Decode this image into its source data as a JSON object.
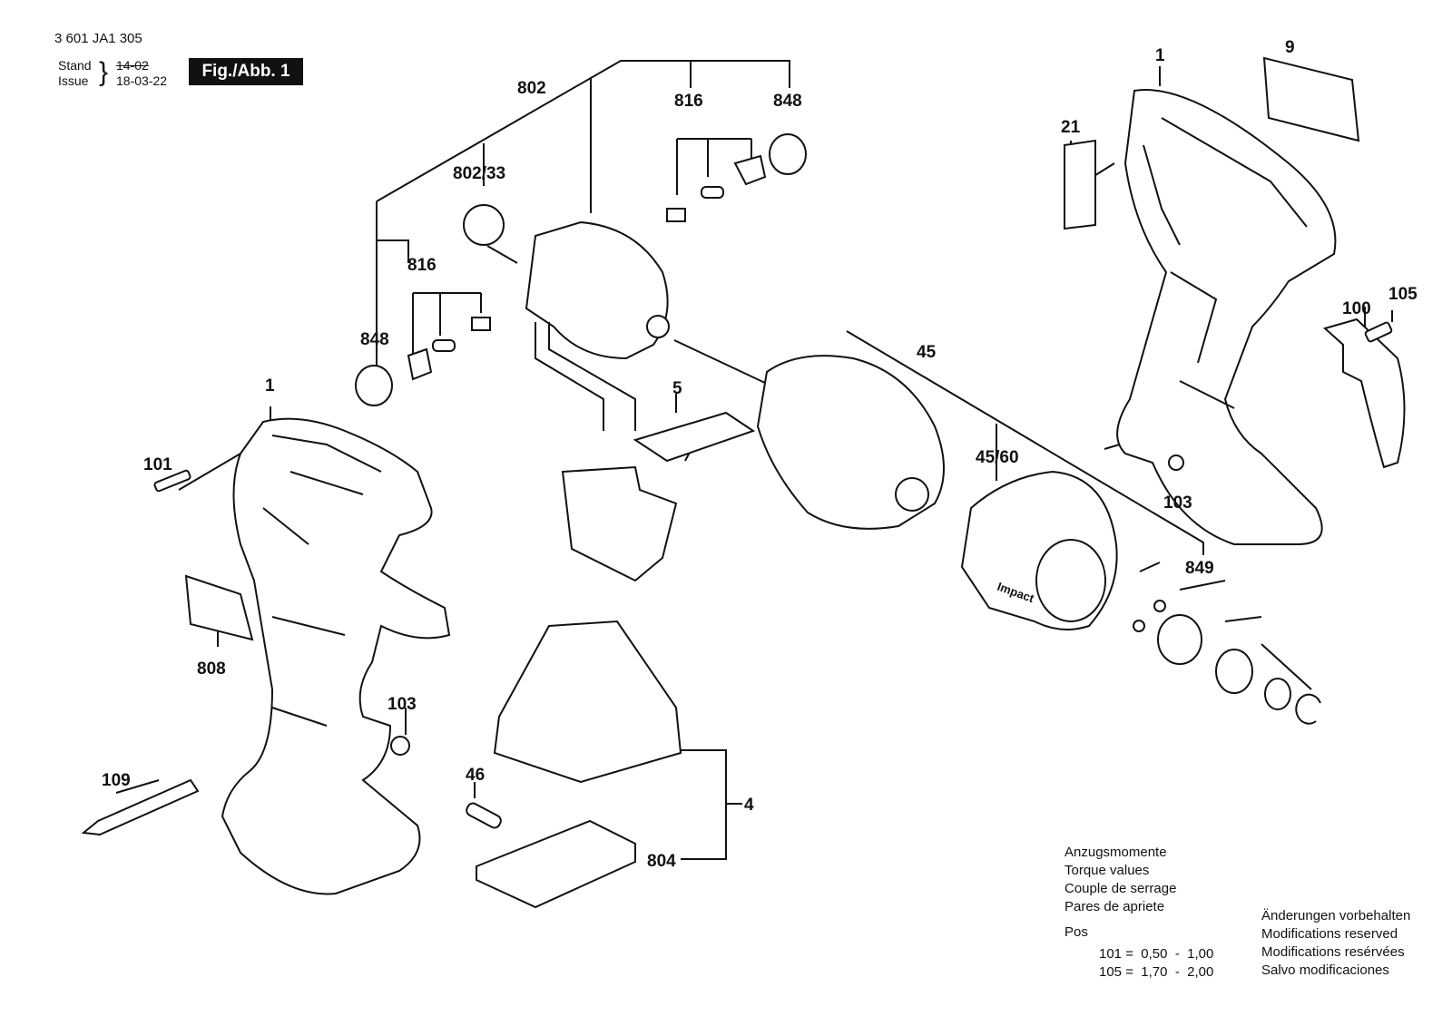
{
  "header": {
    "part_number": "3 601 JA1 305",
    "stand_label": "Stand",
    "issue_label": "Issue",
    "stand_old": "14-02",
    "issue_date": "18-03-22",
    "figure_label": "Fig./Abb. 1"
  },
  "labels": {
    "l802": "802",
    "l816_top": "816",
    "l848_top": "848",
    "l802_33": "802/33",
    "l816_left": "816",
    "l848_left": "848",
    "l1_left": "1",
    "l101": "101",
    "l808": "808",
    "l103_left": "103",
    "l109": "109",
    "l5": "5",
    "l46": "46",
    "l4": "4",
    "l804": "804",
    "l45": "45",
    "l45_60": "45/60",
    "l849": "849",
    "l1_right": "1",
    "l9": "9",
    "l21": "21",
    "l100": "100",
    "l105": "105",
    "l103_right": "103",
    "impact_text": "Impact"
  },
  "torque": {
    "lines": [
      "Anzugsmomente",
      "Torque values",
      "Couple de serrage",
      "Pares de apriete"
    ],
    "pos_label": "Pos",
    "values": [
      "101 =  0,50  -  1,00",
      "105 =  1,70  -  2,00"
    ]
  },
  "notices": [
    "Änderungen vorbehalten",
    "Modifications reserved",
    "Modifications resérvées",
    "Salvo modificaciones"
  ]
}
